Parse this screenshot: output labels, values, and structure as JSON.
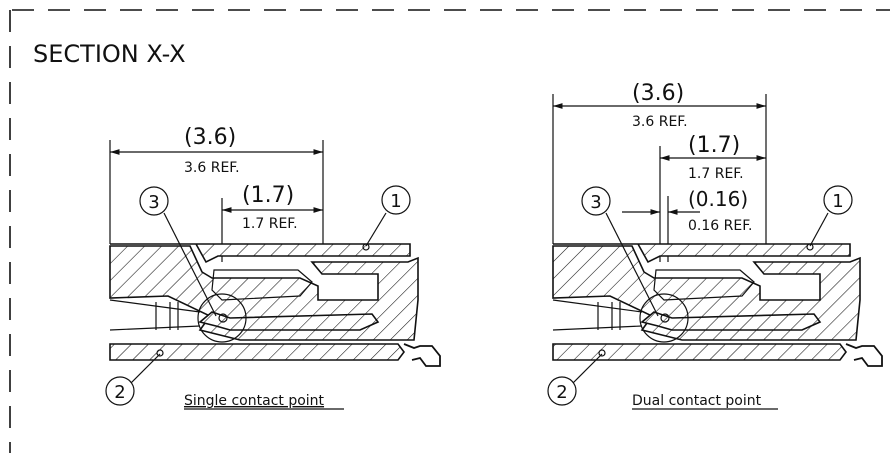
{
  "section_title": "SECTION X-X",
  "views": [
    {
      "dim_outer": "(3.6)",
      "dim_outer_ref": "3.6 REF.",
      "dim_inner": "(1.7)",
      "dim_inner_ref": "1.7 REF.",
      "callouts": [
        "1",
        "2",
        "3"
      ],
      "caption": "Single contact point"
    },
    {
      "dim_outer": "(3.6)",
      "dim_outer_ref": "3.6 REF.",
      "dim_inner": "(1.7)",
      "dim_inner_ref": "1.7 REF.",
      "dim_gap": "(0.16)",
      "dim_gap_ref": "0.16 REF.",
      "callouts": [
        "1",
        "2",
        "3"
      ],
      "caption": "Dual contact point"
    }
  ]
}
